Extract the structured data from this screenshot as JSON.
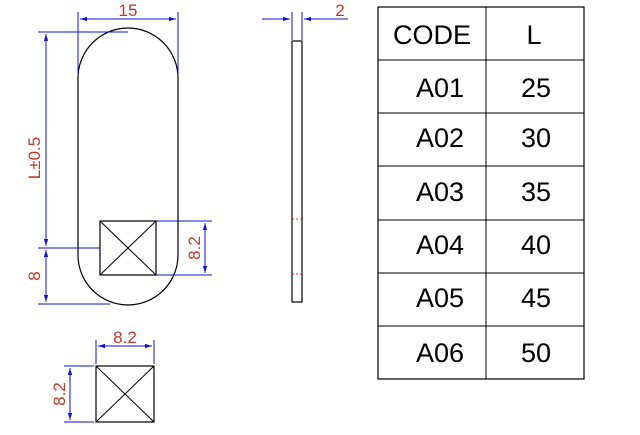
{
  "colors": {
    "line": "#000000",
    "dimension": "#1010cc",
    "dimension_text": "#c0392b",
    "hidden_mark": "#c0392b"
  },
  "dimensions": {
    "width_top": "15",
    "thickness": "2",
    "length": "L±0.5",
    "offset": "8",
    "square_side_vertical": "8.2",
    "detail_width": "8.2",
    "detail_height": "8.2"
  },
  "table": {
    "headers": [
      "CODE",
      "L"
    ],
    "rows": [
      {
        "code": "A01",
        "l": "25"
      },
      {
        "code": "A02",
        "l": "30"
      },
      {
        "code": "A03",
        "l": "35"
      },
      {
        "code": "A04",
        "l": "40"
      },
      {
        "code": "A05",
        "l": "45"
      },
      {
        "code": "A06",
        "l": "50"
      }
    ]
  }
}
